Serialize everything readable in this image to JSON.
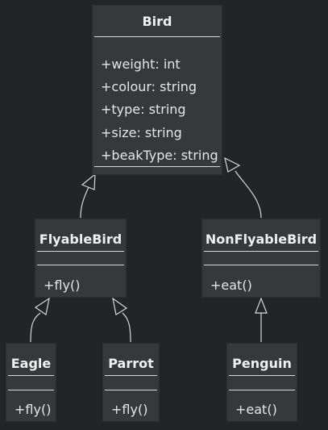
{
  "classes": {
    "bird": {
      "name": "Bird",
      "attributes": [
        "+weight: int",
        "+colour: string",
        "+type: string",
        "+size: string",
        "+beakType: string"
      ],
      "methods": []
    },
    "flyable": {
      "name": "FlyableBird",
      "attributes": [],
      "methods": [
        "+fly()"
      ]
    },
    "nonflyable": {
      "name": "NonFlyableBird",
      "attributes": [],
      "methods": [
        "+eat()"
      ]
    },
    "eagle": {
      "name": "Eagle",
      "attributes": [],
      "methods": [
        "+fly()"
      ]
    },
    "parrot": {
      "name": "Parrot",
      "attributes": [],
      "methods": [
        "+fly()"
      ]
    },
    "penguin": {
      "name": "Penguin",
      "attributes": [],
      "methods": [
        "+eat()"
      ]
    }
  },
  "relations": [
    {
      "from": "FlyableBird",
      "to": "Bird",
      "type": "inheritance"
    },
    {
      "from": "NonFlyableBird",
      "to": "Bird",
      "type": "inheritance"
    },
    {
      "from": "Eagle",
      "to": "FlyableBird",
      "type": "inheritance"
    },
    {
      "from": "Parrot",
      "to": "FlyableBird",
      "type": "inheritance"
    },
    {
      "from": "Penguin",
      "to": "NonFlyableBird",
      "type": "inheritance"
    }
  ],
  "colors": {
    "background": "#232426",
    "box": "#36383c",
    "text": "#e6e6e6",
    "line": "#d7d7d7"
  }
}
